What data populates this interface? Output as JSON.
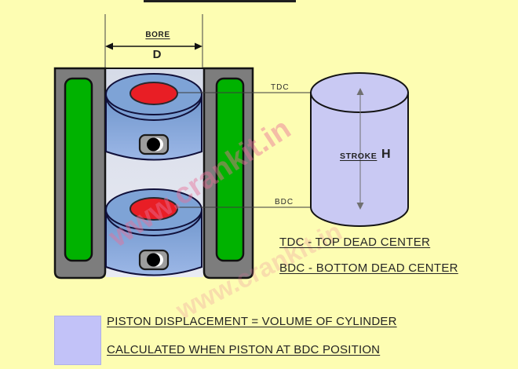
{
  "diagram": {
    "bore_label": "BORE",
    "bore_dimension": "D",
    "tdc_marker": "TDC",
    "bdc_marker": "BDC",
    "stroke_label": "STROKE",
    "stroke_dimension": "H"
  },
  "legend": {
    "tdc_definition": "TDC - TOP DEAD CENTER",
    "bdc_definition": "BDC - BOTTOM DEAD CENTER"
  },
  "footer": {
    "line1": "PISTON DISPLACEMENT = VOLUME OF CYLINDER",
    "line2": "CALCULATED WHEN PISTON AT BDC POSITION"
  },
  "watermark": {
    "text": "www.crankit.in"
  },
  "colors": {
    "background": "#fdfdb2",
    "block_gray": "#7d7d7d",
    "coolant_green": "#00b200",
    "piston_blue": "#7ea3d6",
    "combustion_red": "#e81e25",
    "cylinder_lavender": "#c9c9f3",
    "swatch_lavender": "#c2c2f8",
    "watermark_pink": "#e96e96"
  }
}
